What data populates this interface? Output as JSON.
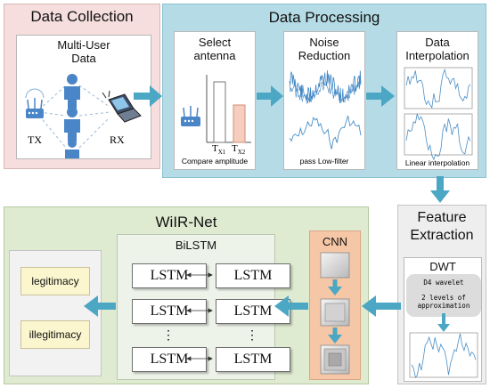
{
  "data_collection": {
    "title": "Data Collection",
    "subpanel_title": "Multi-User\nData",
    "tx_label": "TX",
    "rx_label": "RX"
  },
  "data_processing": {
    "title": "Data Processing",
    "select_antenna": {
      "title": "Select\nantenna",
      "tx1_label": "T",
      "tx1_sub": "X1",
      "tx2_label": "T",
      "tx2_sub": "X2",
      "caption": "Compare amplitude"
    },
    "noise_reduction": {
      "title": "Noise\nReduction",
      "caption": "pass Low-filter"
    },
    "data_interpolation": {
      "title": "Data\nInterpolation",
      "caption": "Linear interpolation"
    }
  },
  "feature_extraction": {
    "title": "Feature\nExtraction",
    "dwt_title": "DWT",
    "wavelet_label": "D4 wavelet",
    "levels_label": "2 levels of\napproximation"
  },
  "wiir_net": {
    "title": "WiIR-Net",
    "bilstm_title": "BiLSTM",
    "cnn_title": "CNN",
    "lstm_label": "LSTM",
    "ellipsis": "⋮",
    "outputs": [
      "legitimacy",
      "illegitimacy"
    ]
  },
  "colors": {
    "collection_bg": "#f6dede",
    "processing_bg": "#b5dce6",
    "feature_bg": "#eeeeee",
    "wiir_bg": "#dfebd1",
    "cnn_bg": "#f6c7a6",
    "arrow": "#4ba7c3",
    "person": "#4a86c7",
    "signal": "#4a8ec6",
    "output_box": "#fbf6ce"
  },
  "icons": [
    "router-icon",
    "person-icon",
    "laptop-icon",
    "arrow-icon"
  ]
}
